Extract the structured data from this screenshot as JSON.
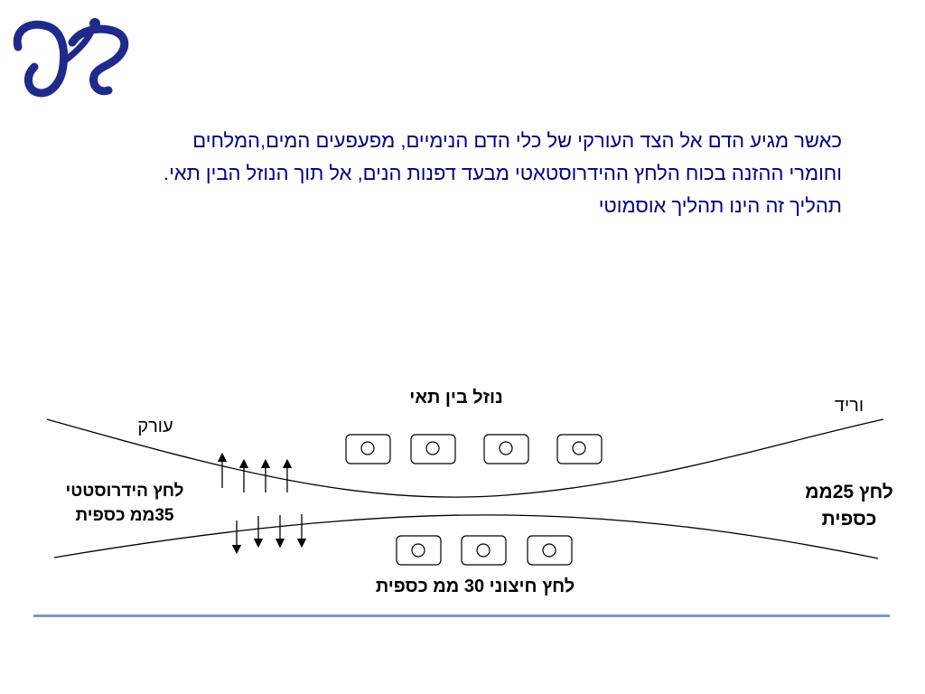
{
  "paragraph": {
    "line1": "כאשר מגיע הדם אל הצד העורקי של כלי הדם הנימיים, מפעפעים המים,המלחים",
    "line2": "וחומרי ההזנה בכוח הלחץ ההידרוסטאטי  מבעד דפנות הנים, אל תוך הנוזל הבין תאי.",
    "line3": "תהליך זה הינו תהליך אוסמוטי"
  },
  "diagram": {
    "interstitial_fluid": "נוזל בין תאי",
    "vein": "וריד",
    "artery": "עורק",
    "hydrostatic_line1": "לחץ הידרוסטטי",
    "hydrostatic_line2": "35ממ כספית",
    "venous_line1": "לחץ 25ממ",
    "venous_line2": "כספית",
    "external_pressure": "לחץ חיצוני 30 ממ כספית"
  },
  "colors": {
    "text": "#000080",
    "logo": "#1e2a8c",
    "rule": "#7f96c4"
  }
}
